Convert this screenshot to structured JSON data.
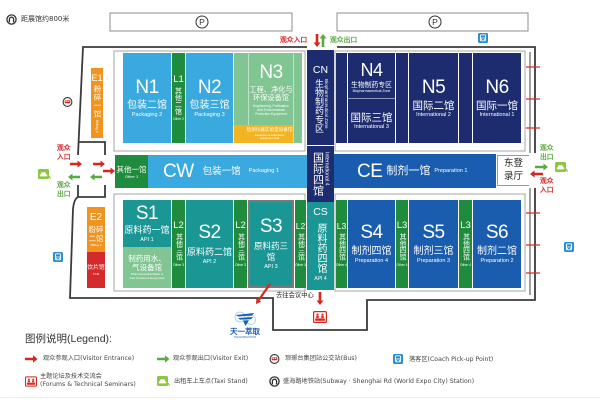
{
  "header": {
    "subway_distance": "距展馆约800米",
    "parking": [
      "P",
      "P"
    ]
  },
  "entrances": {
    "north": {
      "entrance": "观众入口",
      "exit": "观众出口"
    },
    "west": {
      "entrance": "观众\n入口",
      "exit": "观众\n出口"
    },
    "east": {
      "entrance": "观众\n入口",
      "exit": "观众\n出口"
    }
  },
  "landmarks": {
    "east_lobby": "东登\n录厅",
    "conference_direction": "去往会议中心",
    "logo_cn": "天一萃取",
    "logo_en": "TIEI EXTRACTION"
  },
  "halls": {
    "E1": {
      "code": "E1",
      "name_cn": "粉碎一馆",
      "name_en": "Milling 1"
    },
    "E2": {
      "code": "E2",
      "name_cn": "粉碎\n二馆",
      "name_en": "Milling 2"
    },
    "TCM": {
      "name_cn": "饮片馆",
      "name_en": "TCM"
    },
    "N1": {
      "code": "N1",
      "name_cn": "包装二馆",
      "name_en": "Packaging 2"
    },
    "L1": {
      "code": "L1",
      "name_cn": "其他二馆",
      "name_en": "Other 2"
    },
    "N2": {
      "code": "N2",
      "name_cn": "包装三馆",
      "name_en": "Packaging 3"
    },
    "N3": {
      "code": "N3",
      "name_cn": "工程、净化与\n环保设备馆",
      "name_en": "Engineering, Purification\nand Environmental\nProtection Equipment"
    },
    "N3_lab": {
      "name_cn": "检测仪器实验室设备馆",
      "name_en": "Inspection & Laboratory\nEquipment Hall"
    },
    "CN": {
      "code": "CN",
      "name_cn": "生物制药专区",
      "name_en": "Biopharmaceutical Zone"
    },
    "N4": {
      "code": "N4",
      "name_cn": "生物制药专区",
      "name_en": "Biopharmaceutical Zone"
    },
    "N4_lower": {
      "name_cn": "国际三馆",
      "name_en": "International 3"
    },
    "N5": {
      "code": "N5",
      "name_cn": "国际二馆",
      "name_en": "International 2"
    },
    "N6": {
      "code": "N6",
      "name_cn": "国际一馆",
      "name_en": "International 1"
    },
    "Other1": {
      "name_cn": "其他一馆",
      "name_en": "Other 1"
    },
    "CW": {
      "code": "CW",
      "name_cn": "包装一馆",
      "name_en": "Packaging 1"
    },
    "International4": {
      "name_cn": "国际四馆",
      "name_en": "International 4"
    },
    "CE": {
      "code": "CE",
      "name_cn": "制剂一馆",
      "name_en": "Preparation 1"
    },
    "S1": {
      "code": "S1",
      "name_cn": "原料药一馆",
      "name_en": "API 1"
    },
    "S1_lower": {
      "name_cn": "制药用水、\n气设备馆",
      "name_en": "Pharmaceutical Water &\nGas Treatment Equipment"
    },
    "L2_a": {
      "code": "L2",
      "name_cn": "其他三馆",
      "name_en": "Other 3"
    },
    "S2": {
      "code": "S2",
      "name_cn": "原料药二馆",
      "name_en": "API 2"
    },
    "L2_b": {
      "code": "L2",
      "name_cn": "其他三馆",
      "name_en": "Other 3"
    },
    "S3": {
      "code": "S3",
      "name_cn": "原料药三馆",
      "name_en": "API 3"
    },
    "L2_c": {
      "code": "L2",
      "name_cn": "其他三馆",
      "name_en": "Other 3"
    },
    "CS": {
      "code": "CS",
      "name_cn": "原料药四馆",
      "name_en": "API 4"
    },
    "L3_a": {
      "code": "L3",
      "name_cn": "其他四馆",
      "name_en": "Other 4"
    },
    "S4": {
      "code": "S4",
      "name_cn": "制剂四馆",
      "name_en": "Preparation 4"
    },
    "L3_b": {
      "code": "L3",
      "name_cn": "其他四馆",
      "name_en": "Other 4"
    },
    "S5": {
      "code": "S5",
      "name_cn": "制剂三馆",
      "name_en": "Preparation 3"
    },
    "L3_c": {
      "code": "L3",
      "name_cn": "其他四馆",
      "name_en": "Other 4"
    },
    "S6": {
      "code": "S6",
      "name_cn": "制剂二馆",
      "name_en": "Preparation 2"
    }
  },
  "legend": {
    "title": "图例说明(Legend):",
    "items": [
      {
        "icon": "visitor-entrance-arrow-icon",
        "label": "观众参观入口(Visitor Entrance)"
      },
      {
        "icon": "visitor-exit-arrow-icon",
        "label": "观众参观出口(Visitor Exit)"
      },
      {
        "icon": "bus-stop-icon",
        "label": "琅琊台集团站公交站(Bus)"
      },
      {
        "icon": "coach-pickup-icon",
        "label": "落客区(Coach Pick-up Point)"
      },
      {
        "icon": "forum-seminar-icon",
        "label": "主题论坛及技术交流会\n(Forums & Technical Seminars)"
      },
      {
        "icon": "taxi-stand-icon",
        "label": "出租车上车点(Taxi Stand)"
      },
      {
        "icon": "subway-icon",
        "label": "盛海路地铁站(Subway · Shenghai Rd (World Expo City) Station)"
      }
    ]
  },
  "colors": {
    "packaging": "#3aa9df",
    "other": "#1f8b3c",
    "engineering": "#80c592",
    "laboratory": "#f2b422",
    "international": "#1c2c6f",
    "preparation": "#1a5dae",
    "api": "#1a9794",
    "milling": "#f1931f",
    "tcm": "#d42a2b",
    "entrance": "#d9261c",
    "exit": "#5aaa44",
    "coach": "#2b8ccf",
    "taxi": "#8dc63f",
    "brand": "#1a5fb4"
  }
}
